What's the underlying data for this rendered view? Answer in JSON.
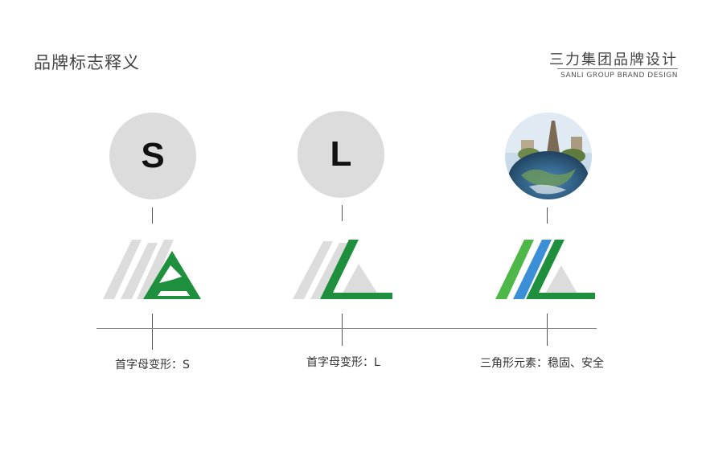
{
  "header": {
    "title": "品牌标志释义",
    "brand_cn": "三力集团品牌设计",
    "brand_en": "SANLI GROUP BRAND DESIGN"
  },
  "columns": [
    {
      "letter": "S",
      "caption": "首字母变形：S"
    },
    {
      "letter": "L",
      "caption": "首字母变形：L"
    },
    {
      "image": "globe-landmarks-image",
      "caption": "三角形元素：稳固、安全"
    }
  ],
  "colors": {
    "green_dark": "#1e8f3c",
    "green_light": "#4db748",
    "blue": "#3a8fd6",
    "gray_shape": "#dcdcdc",
    "circle_bg": "#dcdcdc"
  }
}
